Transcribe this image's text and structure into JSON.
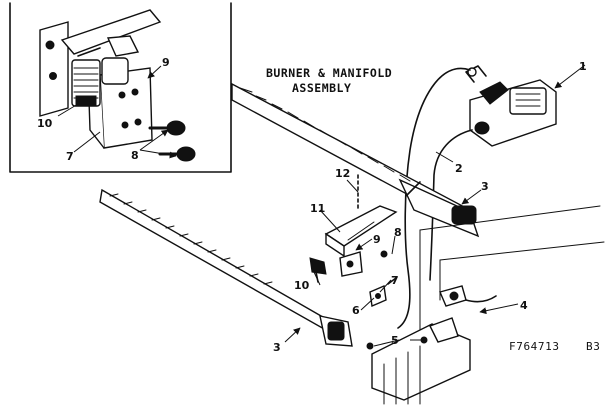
{
  "diagram": {
    "title_line1": "BURNER & MANIFOLD",
    "title_line2": "ASSEMBLY",
    "drawing_code": "F764713",
    "drawing_suffix": "B3",
    "callouts": {
      "inset_9": "9",
      "inset_10": "10",
      "inset_7": "7",
      "inset_8": "8",
      "part_1": "1",
      "part_2": "2",
      "part_3_upper": "3",
      "part_12": "12",
      "part_11": "11",
      "part_9": "9",
      "part_8": "8",
      "part_10": "10",
      "part_7": "7",
      "part_6": "6",
      "part_4": "4",
      "part_5": "5",
      "part_3_lower": "3"
    }
  }
}
